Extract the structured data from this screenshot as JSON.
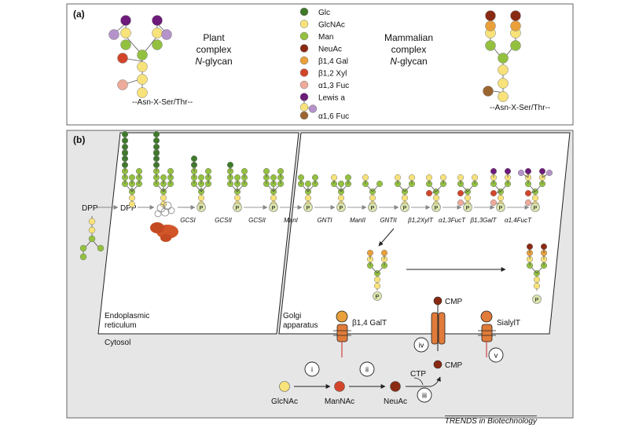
{
  "panel_a": {
    "tag": "(a)",
    "plant_title": [
      "Plant",
      "complex"
    ],
    "plant_title_italic": "N",
    "plant_title_rest": "-glycan",
    "mammal_title": [
      "Mammalian",
      "complex"
    ],
    "mammal_title_italic": "N",
    "mammal_title_rest": "-glycan",
    "plant_peptide": "--Asn-X-Ser/Thr--",
    "mammal_peptide": "--Asn-X-Ser/Thr--",
    "legend": [
      {
        "label": "Glc",
        "color": "#3f7a2b"
      },
      {
        "label": "GlcNAc",
        "color": "#f8e27a"
      },
      {
        "label": "Man",
        "color": "#93c13f"
      },
      {
        "label": "NeuAc",
        "color": "#8a2a12"
      },
      {
        "label": "β1,4 Gal",
        "color": "#e9a03b"
      },
      {
        "label": "β1,2 Xyl",
        "color": "#d2452a"
      },
      {
        "label": "α1,3 Fuc",
        "color": "#eeaa9a"
      },
      {
        "label": "Lewis a",
        "color": "#6d1a7a"
      },
      {
        "label": "α1,6 Fuc",
        "color": "#9b6530"
      }
    ]
  },
  "panel_b": {
    "tag": "(b)",
    "dpp_left": "DPP",
    "dpp_right": "DPP",
    "protein_symbol": "P",
    "er_enzymes": [
      "GCSI",
      "GCSII",
      "GCSII"
    ],
    "golgi_enzymes": [
      "ManI",
      "GNTI",
      "ManII",
      "GNTII",
      "β1,2XylT",
      "α1,3FucT",
      "β1,3GalT",
      "α1,4FucT"
    ],
    "er_label": [
      "Endoplasmic",
      "reticulum"
    ],
    "golgi_label": [
      "Golgi",
      "apparatus"
    ],
    "cytosol_label": "Cytosol",
    "galt_label": "β1,4 GalT",
    "sialylt_label": "SialylT",
    "cmp_top": "CMP",
    "cmp_bottom": "CMP",
    "ctp": "CTP",
    "steps": [
      "i",
      "ii",
      "iii",
      "iv",
      "v"
    ],
    "metabolites": [
      "GlcNAc",
      "ManNAc",
      "NeuAc"
    ]
  },
  "credit": "TRENDS in Biotechnology",
  "colors": {
    "glc": "#3f7a2b",
    "glcnac": "#f8e27a",
    "man": "#93c13f",
    "neuac": "#8a2a12",
    "gal": "#e9a03b",
    "xyl": "#d2452a",
    "fuc13": "#eeaa9a",
    "lewis": "#6d1a7a",
    "fuc16": "#9b6530",
    "protein": "#dde6b0",
    "panel_b_bg": "#e6e6e6",
    "transporter": "#e07b3a",
    "ost": "#d2552a"
  }
}
